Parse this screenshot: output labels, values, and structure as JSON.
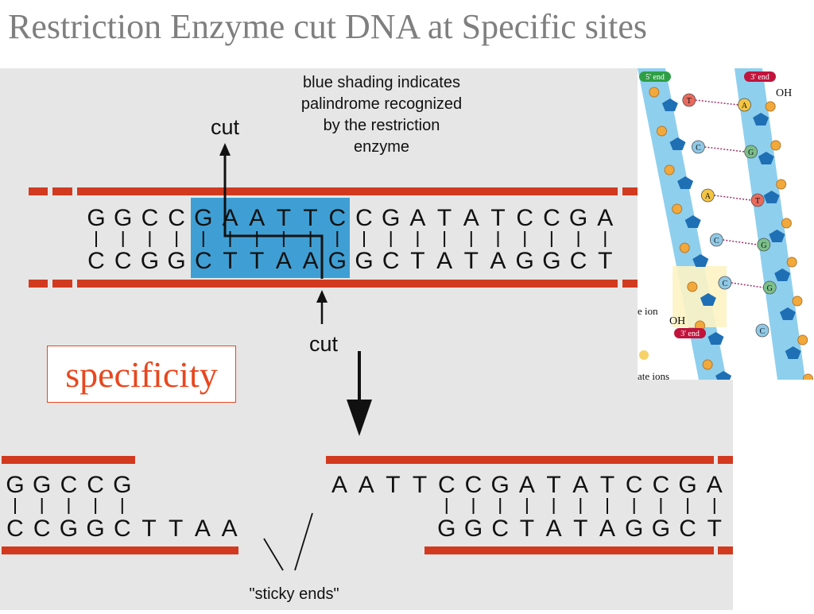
{
  "title": "Restriction Enzyme cut DNA at Specific sites",
  "callout": {
    "line1": "blue shading indicates",
    "line2": "palindrome recognized",
    "line3": "by the restriction",
    "line4": "enzyme"
  },
  "cut_label": "cut",
  "top_strand": [
    "G",
    "G",
    "C",
    "C",
    "G",
    "A",
    "A",
    "T",
    "T",
    "C",
    "C",
    "G",
    "A",
    "T",
    "A",
    "T",
    "C",
    "C",
    "G",
    "A"
  ],
  "bottom_strand": [
    "C",
    "C",
    "G",
    "G",
    "C",
    "T",
    "T",
    "A",
    "A",
    "G",
    "G",
    "C",
    "T",
    "A",
    "T",
    "A",
    "G",
    "G",
    "C",
    "T"
  ],
  "left_fragment": {
    "top": [
      "G",
      "G",
      "C",
      "C",
      "G"
    ],
    "bottom": [
      "C",
      "C",
      "G",
      "G",
      "C",
      "T",
      "T",
      "A",
      "A"
    ]
  },
  "right_fragment": {
    "top": [
      "A",
      "A",
      "T",
      "T",
      "C",
      "C",
      "G",
      "A",
      "T",
      "A",
      "T",
      "C",
      "C",
      "G",
      "A"
    ],
    "bottom": [
      "G",
      "G",
      "C",
      "T",
      "A",
      "T",
      "A",
      "G",
      "G",
      "C",
      "T"
    ]
  },
  "sticky_ends_label": "\"sticky ends\"",
  "specificity_label": "specificity",
  "inset": {
    "five_prime": "5' end",
    "three_prime": "3' end",
    "oh_top": "OH",
    "oh_bottom": "OH",
    "ion_fragment": "e ion",
    "ions_fragment": "ate ions",
    "base_pairs": [
      {
        "left": "T",
        "right": "A"
      },
      {
        "left": "C",
        "right": "G"
      },
      {
        "left": "A",
        "right": "T"
      },
      {
        "left": "C",
        "right": "G"
      },
      {
        "left": "C",
        "right": "G"
      }
    ],
    "extra_base": "C"
  },
  "colors": {
    "backbone_red": "#d23a1f",
    "palindrome_blue": "#3f9fd4",
    "title_gray": "#7f7f7f",
    "specificity_orange": "#e8471e",
    "inset_strand": "#8ecfee"
  }
}
